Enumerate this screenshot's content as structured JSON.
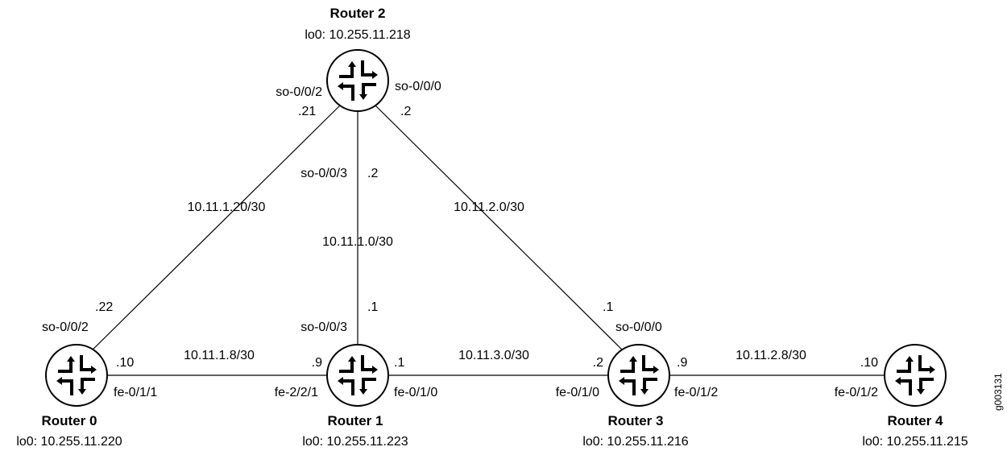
{
  "routers": {
    "r2": {
      "name": "Router 2",
      "lo0": "lo0: 10.255.11.218"
    },
    "r0": {
      "name": "Router 0",
      "lo0": "lo0: 10.255.11.220"
    },
    "r1": {
      "name": "Router 1",
      "lo0": "lo0: 10.255.11.223"
    },
    "r3": {
      "name": "Router 3",
      "lo0": "lo0: 10.255.11.216"
    },
    "r4": {
      "name": "Router 4",
      "lo0": "lo0: 10.255.11.215"
    }
  },
  "links": {
    "r0_r2": {
      "subnet": "10.11.1.20/30",
      "r2_iface": "so-0/0/2",
      "r2_addr": ".21",
      "r0_iface": "so-0/0/2",
      "r0_addr": ".22"
    },
    "r1_r2": {
      "subnet": "10.11.1.0/30",
      "r2_iface": "so-0/0/3",
      "r2_addr": ".2",
      "r1_iface": "so-0/0/3",
      "r1_addr": ".1"
    },
    "r2_r3": {
      "subnet": "10.11.2.0/30",
      "r2_iface": "so-0/0/0",
      "r2_addr": ".2",
      "r3_iface": "so-0/0/0",
      "r3_addr": ".1"
    },
    "r0_r1": {
      "subnet": "10.11.1.8/30",
      "r0_iface": "fe-0/1/1",
      "r0_addr": ".10",
      "r1_iface": "fe-2/2/1",
      "r1_addr": ".9"
    },
    "r1_r3": {
      "subnet": "10.11.3.0/30",
      "r1_iface": "fe-0/1/0",
      "r1_addr": ".1",
      "r3_iface": "fe-0/1/0",
      "r3_addr": ".2"
    },
    "r3_r4": {
      "subnet": "10.11.2.8/30",
      "r3_iface": "fe-0/1/2",
      "r3_addr": ".9",
      "r4_iface": "fe-0/1/2",
      "r4_addr": ".10"
    }
  },
  "figure_id": "g003131",
  "icon": "router-icon"
}
